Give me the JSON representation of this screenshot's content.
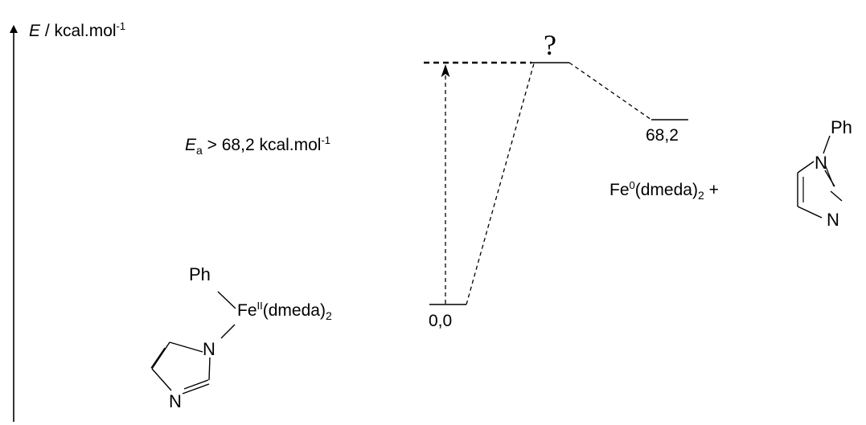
{
  "axis": {
    "y_symbol": "E",
    "y_unit_prefix": " / kcal.mol",
    "y_unit_exponent": "-1"
  },
  "levels": {
    "reactant_value": "0,0",
    "product_value": "68,2",
    "transition_state_mark": "?"
  },
  "activation": {
    "symbol": "E",
    "subscript": "a",
    "relation": " > 68,2 kcal.mol",
    "exponent": "-1"
  },
  "reactant": {
    "phenyl": "Ph",
    "metal": "Fe",
    "oxidation_state": "II",
    "ligand": "(dmeda)",
    "ligand_count": "2",
    "ring_n1": "N",
    "ring_n3": "N"
  },
  "products": {
    "metal": "Fe",
    "oxidation_state": "0",
    "ligand": "(dmeda)",
    "ligand_count": "2",
    "plus": " +",
    "phenyl": "Ph",
    "ring_n1": "N",
    "ring_n3": "N"
  },
  "colors": {
    "ink": "#000000",
    "background": "#ffffff"
  }
}
